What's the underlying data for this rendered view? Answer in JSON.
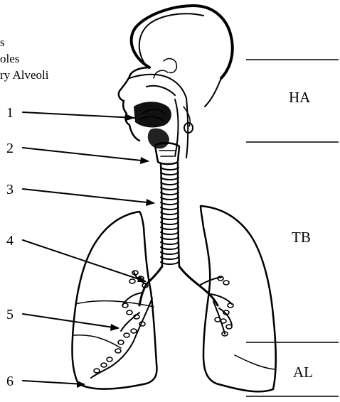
{
  "clipped_text": [
    "s",
    "oles",
    "ry Alveoli"
  ],
  "pointer_labels": [
    "1",
    "2",
    "3",
    "4",
    "5",
    "6"
  ],
  "zone_labels": [
    "HA",
    "TB",
    "AL"
  ]
}
